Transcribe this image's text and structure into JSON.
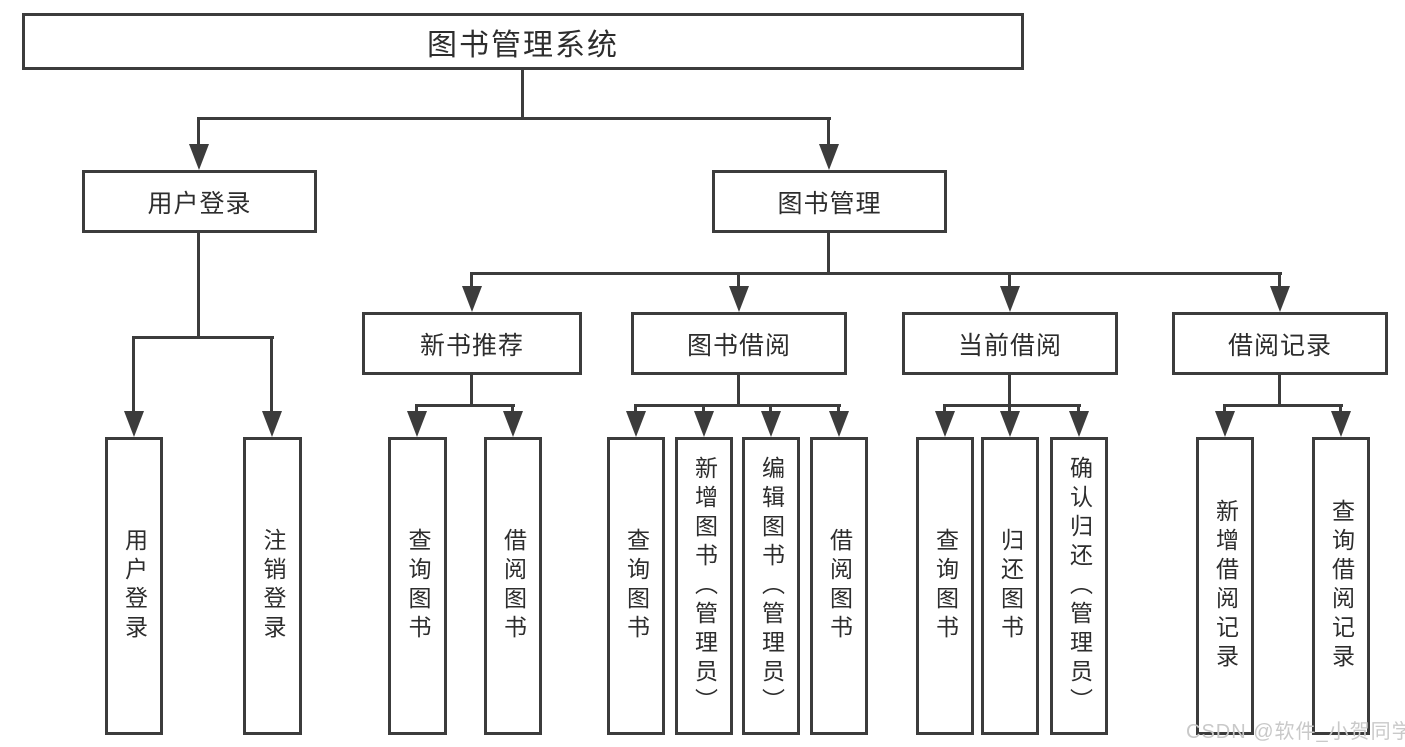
{
  "diagram": {
    "root": {
      "label": "图书管理系统"
    },
    "level2": [
      {
        "label": "用户登录"
      },
      {
        "label": "图书管理"
      }
    ],
    "level3": [
      {
        "label": "新书推荐"
      },
      {
        "label": "图书借阅"
      },
      {
        "label": "当前借阅"
      },
      {
        "label": "借阅记录"
      }
    ],
    "leaves": [
      {
        "label": "用户登录",
        "parent": "用户登录"
      },
      {
        "label": "注销登录",
        "parent": "用户登录"
      },
      {
        "label": "查询图书",
        "parent": "新书推荐"
      },
      {
        "label": "借阅图书",
        "parent": "新书推荐"
      },
      {
        "label": "查询图书",
        "parent": "图书借阅"
      },
      {
        "label": "新增图书（管理员）",
        "parent": "图书借阅"
      },
      {
        "label": "编辑图书（管理员）",
        "parent": "图书借阅"
      },
      {
        "label": "借阅图书",
        "parent": "图书借阅"
      },
      {
        "label": "查询图书",
        "parent": "当前借阅"
      },
      {
        "label": "归还图书",
        "parent": "当前借阅"
      },
      {
        "label": "确认归还（管理员）",
        "parent": "当前借阅"
      },
      {
        "label": "新增借阅记录",
        "parent": "借阅记录"
      },
      {
        "label": "查询借阅记录",
        "parent": "借阅记录"
      }
    ]
  },
  "watermark": {
    "text": "CSDN @软件_小贺同学"
  },
  "colors": {
    "line": "#3c3c3c",
    "text": "#2d2d2d",
    "background": "#ffffff",
    "watermark": "#c9c9c9"
  }
}
